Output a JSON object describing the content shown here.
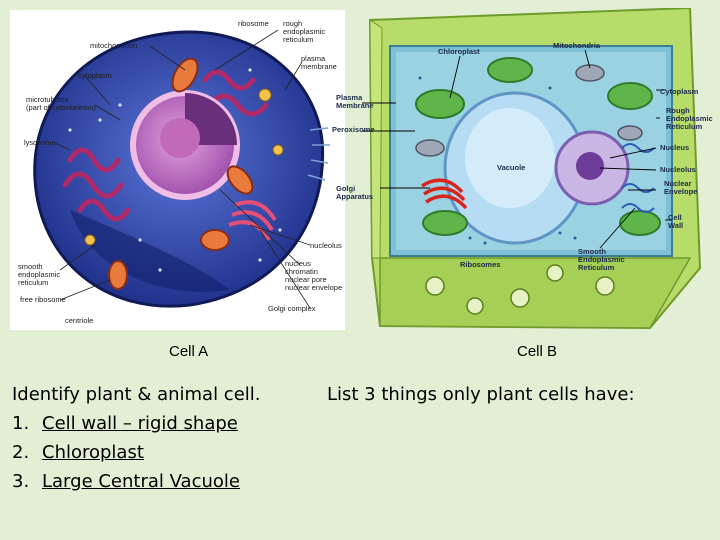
{
  "cell_a": {
    "caption": "Cell A",
    "labels": [
      "ribosome",
      "rough\nendoplasmic\nreticulum",
      "mitochondrion",
      "plasma\nmembrane",
      "cytoplasm",
      "microtubules\n(part of cytoskeleton)",
      "lysosome",
      "nucleolus",
      "smooth\nendoplasmic\nreticulum",
      "free ribosome",
      "nucleus\nchromatin\nnuclear pore\nnuclear envelope",
      "Golgi complex",
      "centriole"
    ]
  },
  "cell_b": {
    "caption": "Cell B",
    "labels": [
      "Chloroplast",
      "Mitochondria",
      "Plasma\nMembrane",
      "Peroxisome",
      "Vacuole",
      "Golgi\nApparatus",
      "Ribosomes",
      "Cytoplasm",
      "Rough\nEndoplasmic\nReticulum",
      "Nucleus",
      "Nucleolus",
      "Nuclear\nEnvelope",
      "Cell\nWall",
      "Smooth\nEndoplasmic\nReticulum"
    ]
  },
  "left_text": {
    "heading": "Identify plant & animal cell.",
    "items": [
      {
        "num": "1.",
        "text": "Cell wall – rigid shape"
      },
      {
        "num": "2.",
        "text": "Chloroplast"
      },
      {
        "num": "3.",
        "text": "Large Central Vacuole"
      }
    ]
  },
  "right_text": {
    "heading": "List 3 things only plant cells have:"
  }
}
